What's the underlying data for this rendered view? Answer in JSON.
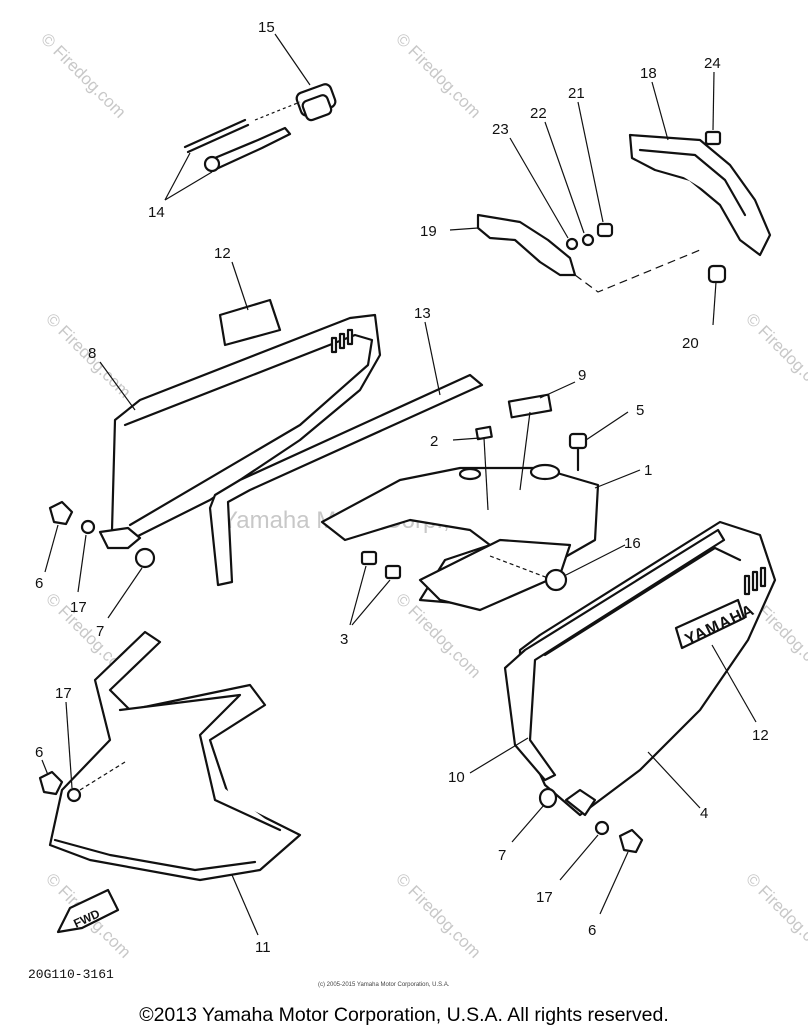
{
  "diagram": {
    "parts": [
      {
        "num": "1"
      },
      {
        "num": "2"
      },
      {
        "num": "3"
      },
      {
        "num": "4"
      },
      {
        "num": "5"
      },
      {
        "num": "6"
      },
      {
        "num": "7"
      },
      {
        "num": "8"
      },
      {
        "num": "9"
      },
      {
        "num": "10"
      },
      {
        "num": "11"
      },
      {
        "num": "12"
      },
      {
        "num": "13"
      },
      {
        "num": "14"
      },
      {
        "num": "15"
      },
      {
        "num": "16"
      },
      {
        "num": "17"
      },
      {
        "num": "18"
      },
      {
        "num": "19"
      },
      {
        "num": "20"
      },
      {
        "num": "21"
      },
      {
        "num": "22"
      },
      {
        "num": "23"
      },
      {
        "num": "24"
      }
    ],
    "drawing_code": "20G110-3161",
    "fwd_label": "FWD",
    "brand_emblem": "YAMAHA",
    "small_copyright": "(c) 2005-2015 Yamaha Motor Corporation, U.S.A.",
    "watermark": "© Firedog.com",
    "watermark_center": "Yamaha Motor Corp., U.S.A."
  },
  "footer": {
    "copyright": "©2013 Yamaha Motor Corporation, U.S.A. All rights reserved."
  }
}
